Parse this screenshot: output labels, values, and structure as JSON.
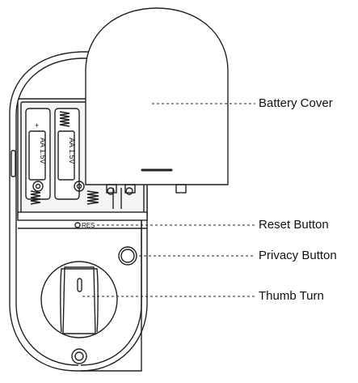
{
  "figure": {
    "callouts": [
      {
        "id": "battery-cover",
        "label": "Battery Cover"
      },
      {
        "id": "reset-button",
        "label": "Reset Button"
      },
      {
        "id": "privacy-button",
        "label": "Privacy Button"
      },
      {
        "id": "thumb-turn",
        "label": "Thumb Turn"
      }
    ],
    "reset_mark": "RES",
    "battery_label": "AA 1.5V",
    "polarity_plus": "+",
    "polarity_minus": "−"
  }
}
